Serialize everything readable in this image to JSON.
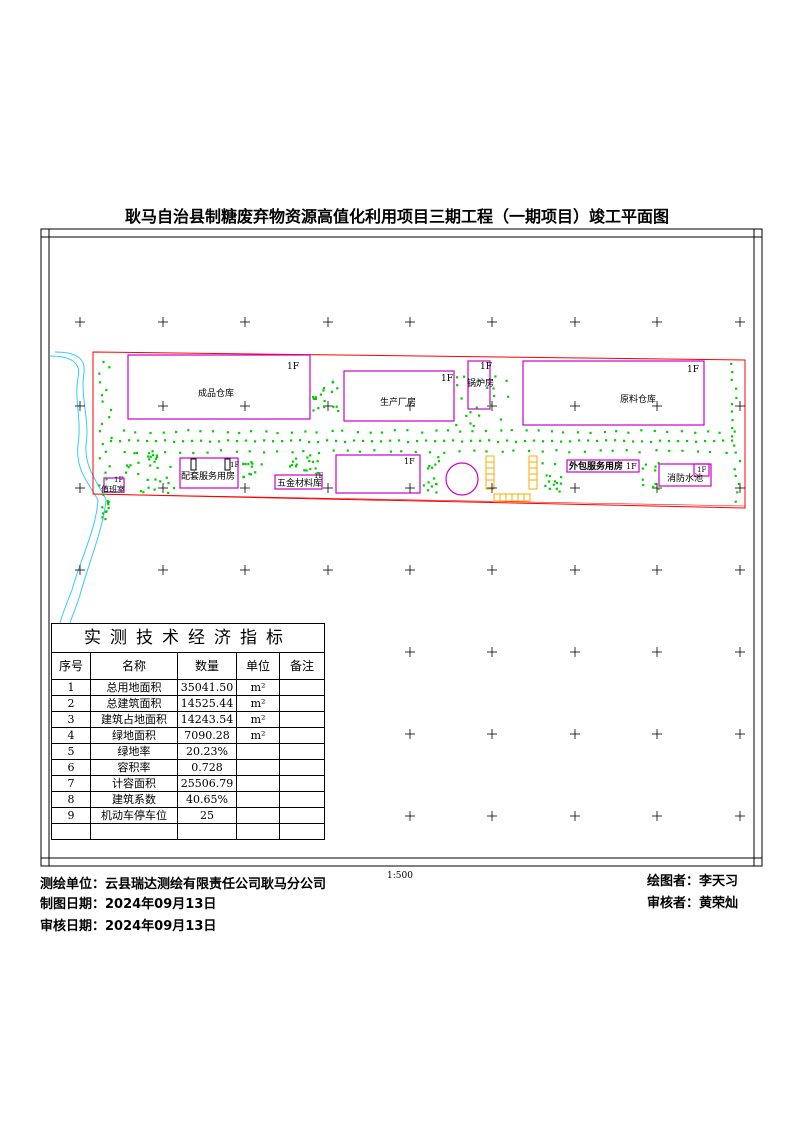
{
  "title": "耿马自治县制糖废弃物资源高值化利用项目三期工程（一期项目）竣工平面图",
  "buildings": {
    "chengpin": {
      "name": "成品仓库",
      "floor": "1F"
    },
    "shengchan": {
      "name": "生产厂房",
      "floor": "1F"
    },
    "guolu": {
      "name": "锅炉房",
      "floor": "1F"
    },
    "yuanliao": {
      "name": "原料仓库",
      "floor": "1F"
    },
    "peitao": {
      "name": "配套服务用房",
      "floor": "1F"
    },
    "wujin": {
      "name": "五金材料库",
      "floor": "1F"
    },
    "unnamed": {
      "name": "",
      "floor": "1F"
    },
    "waibao": {
      "name": "外包服务用房",
      "floor": "1F"
    },
    "xiaofang": {
      "name": "消防水池",
      "floor": "1F"
    },
    "zhiban": {
      "name": "值班室",
      "floor": "1F"
    }
  },
  "colors": {
    "boundary": "#ff0000",
    "building": "#cc00cc",
    "greenery": "#00cc00",
    "river": "#33ccff",
    "parking": "#ffaa00",
    "grid_mark": "#000000"
  },
  "index_table": {
    "caption": "实测技术经济指标",
    "headers": [
      "序号",
      "名称",
      "数量",
      "单位",
      "备注"
    ],
    "rows": [
      {
        "no": "1",
        "name": "总用地面积",
        "value": "35041.50",
        "unit": "m²",
        "note": ""
      },
      {
        "no": "2",
        "name": "总建筑面积",
        "value": "14525.44",
        "unit": "m²",
        "note": ""
      },
      {
        "no": "3",
        "name": "建筑占地面积",
        "value": "14243.54",
        "unit": "m²",
        "note": ""
      },
      {
        "no": "4",
        "name": "绿地面积",
        "value": "7090.28",
        "unit": "m²",
        "note": ""
      },
      {
        "no": "5",
        "name": "绿地率",
        "value": "20.23%",
        "unit": "",
        "note": ""
      },
      {
        "no": "6",
        "name": "容积率",
        "value": "0.728",
        "unit": "",
        "note": ""
      },
      {
        "no": "7",
        "name": "计容面积",
        "value": "25506.79",
        "unit": "",
        "note": ""
      },
      {
        "no": "8",
        "name": "建筑系数",
        "value": "40.65%",
        "unit": "",
        "note": ""
      },
      {
        "no": "9",
        "name": "机动车停车位",
        "value": "25",
        "unit": "",
        "note": ""
      }
    ]
  },
  "scale": "1:500",
  "footer": {
    "survey_unit": "测绘单位：云县瑞达测绘有限责任公司耿马分公司",
    "draw_date": "制图日期：2024年09月13日",
    "review_date": "审核日期：2024年09月13日",
    "drafter": "绘图者：李天习",
    "reviewer": "审核者：黄荣灿"
  }
}
